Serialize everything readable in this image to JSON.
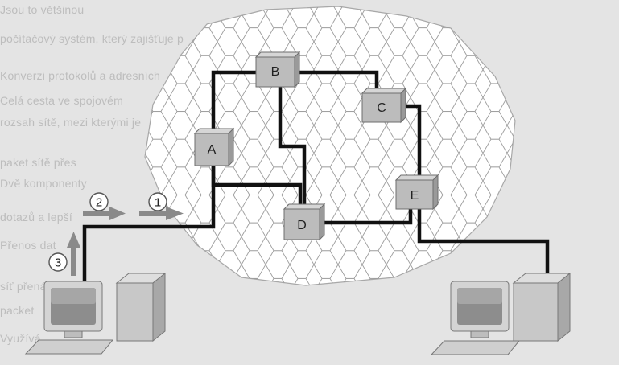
{
  "diagram": {
    "routers": [
      {
        "id": "A",
        "label": "A"
      },
      {
        "id": "B",
        "label": "B"
      },
      {
        "id": "C",
        "label": "C"
      },
      {
        "id": "D",
        "label": "D"
      },
      {
        "id": "E",
        "label": "E"
      }
    ],
    "steps": [
      {
        "id": "1",
        "label": "1"
      },
      {
        "id": "2",
        "label": "2"
      },
      {
        "id": "3",
        "label": "3"
      }
    ],
    "computers": [
      {
        "id": "left",
        "icon": "computer-icon"
      },
      {
        "id": "right",
        "icon": "computer-icon"
      }
    ],
    "colors": {
      "background": "#e4e4e4",
      "cloud_fill": "#ffffff",
      "cable": "#111111",
      "arrow": "#8a8a8a",
      "router_fill": "#b9b9b9"
    }
  },
  "background_text": {
    "lines": [
      "Jsou to většinou",
      "počítačový systém, který zajišťuje p",
      "Konverzi protokolů a adresních",
      "Celá cesta ve spojovém",
      "rozsah sítě, mezi kterými je",
      "paket sítě přes",
      "Dvě komponenty",
      "dotazů a lepší",
      "Přenos dat",
      "síť přenáší",
      "packet",
      "Využívá"
    ]
  }
}
